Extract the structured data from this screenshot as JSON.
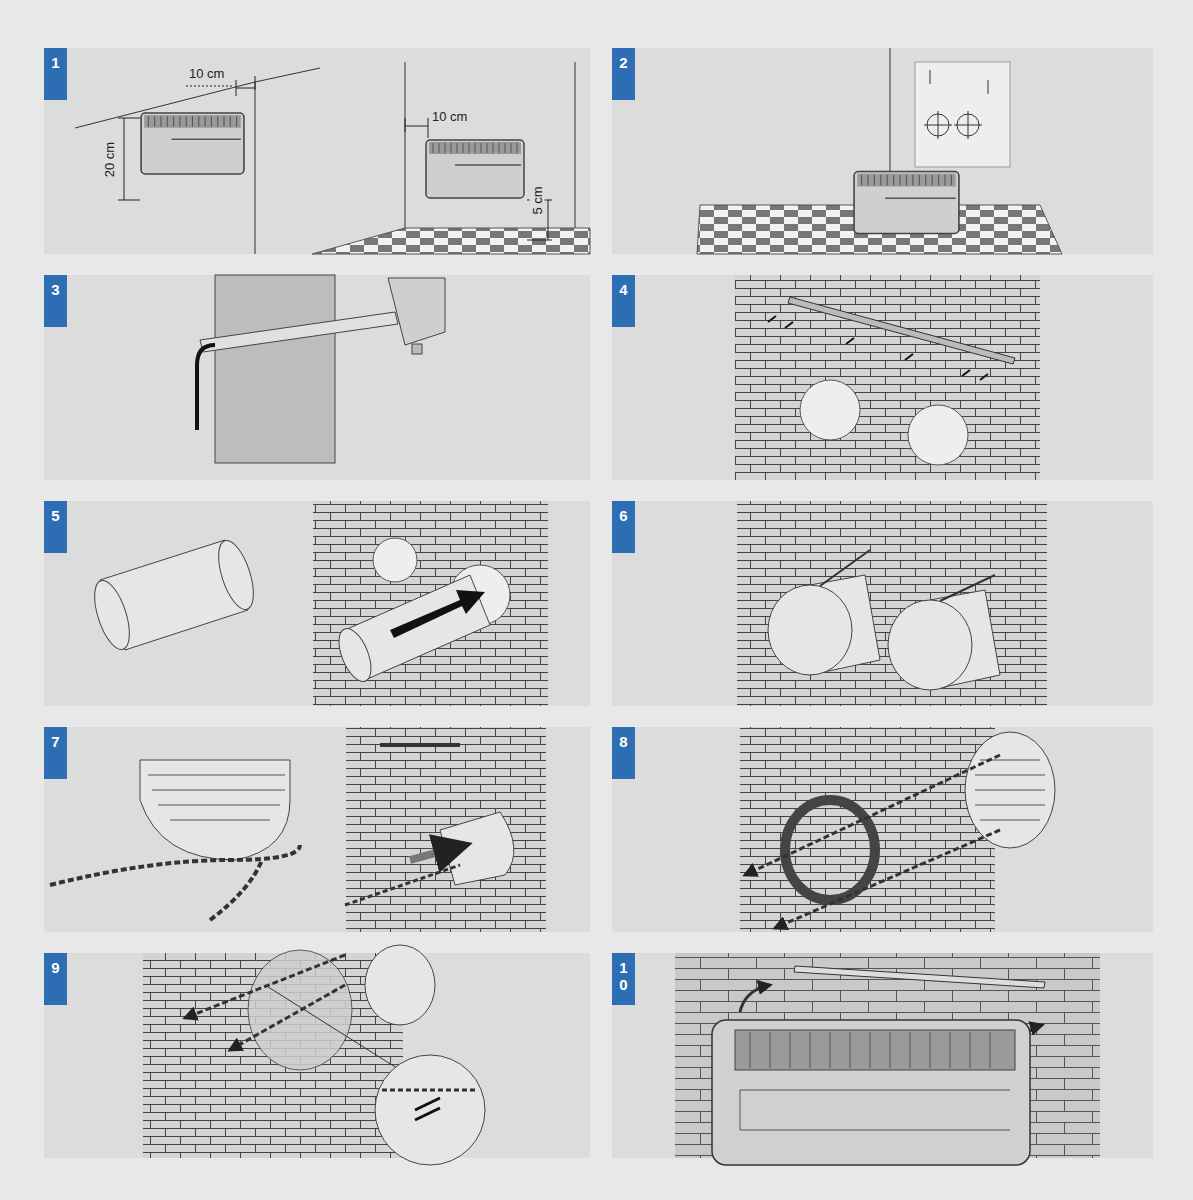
{
  "diagram": {
    "nodes": [
      {
        "text": [
          "1"
        ]
      },
      {
        "text": [
          "2"
        ]
      },
      {
        "text": [
          "3"
        ]
      },
      {
        "text": [
          "4"
        ]
      },
      {
        "text": [
          "5"
        ]
      },
      {
        "text": [
          "6"
        ]
      },
      {
        "text": [
          "7"
        ]
      },
      {
        "text": [
          "8"
        ]
      },
      {
        "text": [
          "9"
        ]
      },
      {
        "text": [
          "10"
        ]
      }
    ],
    "labels": [
      "10 cm",
      "20 cm",
      "10 cm",
      "5 cm"
    ]
  }
}
